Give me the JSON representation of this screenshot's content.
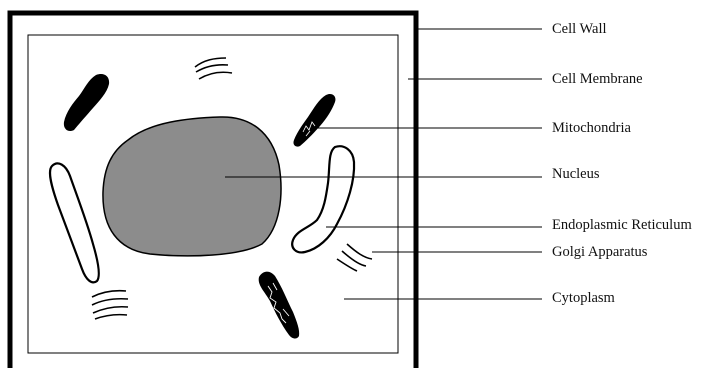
{
  "diagram": {
    "labels": [
      {
        "key": "cell_wall",
        "text": "Cell Wall"
      },
      {
        "key": "cell_membrane",
        "text": "Cell Membrane"
      },
      {
        "key": "mitochondria",
        "text": "Mitochondria"
      },
      {
        "key": "nucleus",
        "text": "Nucleus"
      },
      {
        "key": "endoplasmic_reticulum",
        "text": "Endoplasmic Reticulum"
      },
      {
        "key": "golgi_apparatus",
        "text": "Golgi Apparatus"
      },
      {
        "key": "cytoplasm",
        "text": "Cytoplasm"
      }
    ],
    "colors": {
      "stroke": "#000000",
      "nucleus_fill": "#8c8c8c",
      "organelle_fill": "#000000",
      "background": "#ffffff"
    }
  }
}
